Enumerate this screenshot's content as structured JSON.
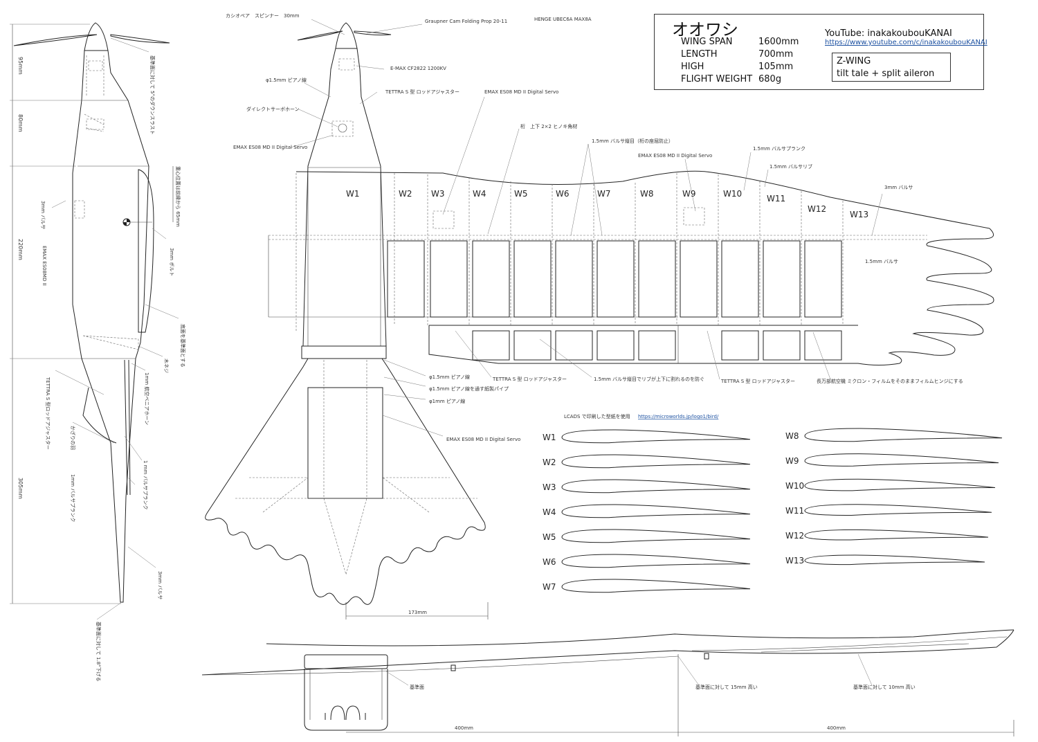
{
  "spec": {
    "title": "オオワシ",
    "rows": [
      {
        "label": "WING  SPAN",
        "value": "1600mm"
      },
      {
        "label": "LENGTH",
        "value": "700mm"
      },
      {
        "label": "HIGH",
        "value": "105mm"
      },
      {
        "label": "FLIGHT  WEIGHT",
        "value": "680g"
      }
    ],
    "youtube": "YouTube: inakakoubouKANAI",
    "youtube_url": "https://www.youtube.com/c/inakakoubouKANAI",
    "zwing_line1": "Z-WING",
    "zwing_line2": "tilt tale + split aileron"
  },
  "side_view": {
    "dims": [
      "95mm",
      "80mm",
      "220mm",
      "305mm"
    ],
    "labels": {
      "downthrust": "基準面に対して 5°のダウンスラスト",
      "cg": "重心位置は前縁から 65mm",
      "balsa3": "3mm バルサ",
      "servo": "EMAX ES08MD II",
      "bolt": "3mm ボルト",
      "bottom": "底面を基準面とする",
      "screw": "木ネジ",
      "horn": "1mm 航空ベニアホーン",
      "rod": "TETTRA S 型ロッドアジャスター",
      "feather": "かざりの羽",
      "plank1": "1 mm バルサプランク",
      "plank2": "1mm バルサプランク",
      "balsa3b": "3mm バルサ",
      "tail_angle": "基準面に対して 1.8°下げる"
    }
  },
  "top_view": {
    "labels": {
      "spinner": "カシオペア　スピンナー　30mm",
      "prop": "Graupner Cam Folding Prop 20-11",
      "ubec": "HENGE UBEC6A MAX8A",
      "motor": "E-MAX CF2822 1200KV",
      "piano15": "φ1.5mm ピアノ線",
      "rodadj": "TETTRA S 型 ロッドアジャスター",
      "direct": "ダイレクトサーボホーン",
      "servo_body": "EMAX ES08 MD II  Digital Servo",
      "servo_w3": "EMAX ES08 MD II  Digital Servo",
      "spar": "桁　上下 2×2 ヒノキ角材",
      "grain": "1.5mm バルサ縦目（桁の座屈防止）",
      "servo_w9": "EMAX ES08 MD II  Digital Servo",
      "plank": "1.5mm バルサプランク",
      "rib": "1.5mm バルサリブ",
      "balsa3": "3mm バルサ",
      "balsa15": "1.5mm バルサ",
      "tail_piano15": "φ1.5mm ピアノ線",
      "pipe": "φ1.5mm ピアノ線を通す紙製パイプ",
      "piano1": "φ1mm ピアノ線",
      "tail_servo": "EMAX ES08 MD II  Digital Servo",
      "rod_left": "TETTRA S 型 ロッドアジャスター",
      "rib_grain": "1.5mm バルサ縦目でリブが上下に割れるのを防ぐ",
      "rod_right": "TETTRA S 型 ロッドアジャスター",
      "hinge": "長万部航空機 ミクロン・フィルムをそのままフィルムヒンジにする",
      "tail_width": "173mm"
    },
    "ribs": [
      "W1",
      "W2",
      "W3",
      "W4",
      "W5",
      "W6",
      "W7",
      "W8",
      "W9",
      "W10",
      "W11",
      "W12",
      "W13"
    ]
  },
  "airfoils": {
    "note": "LCADS で印刷した型紙を使用",
    "url": "https://microworlds.jp/logo1/bird/",
    "left": [
      "W1",
      "W2",
      "W3",
      "W4",
      "W5",
      "W6",
      "W7"
    ],
    "right": [
      "W8",
      "W9",
      "W10",
      "W11",
      "W12",
      "W13"
    ]
  },
  "front_view": {
    "base": "基準面",
    "high15": "基準面に対して 15mm 高い",
    "high10": "基準面に対して 10mm 高い",
    "dim_left": "400mm",
    "dim_right": "400mm"
  }
}
